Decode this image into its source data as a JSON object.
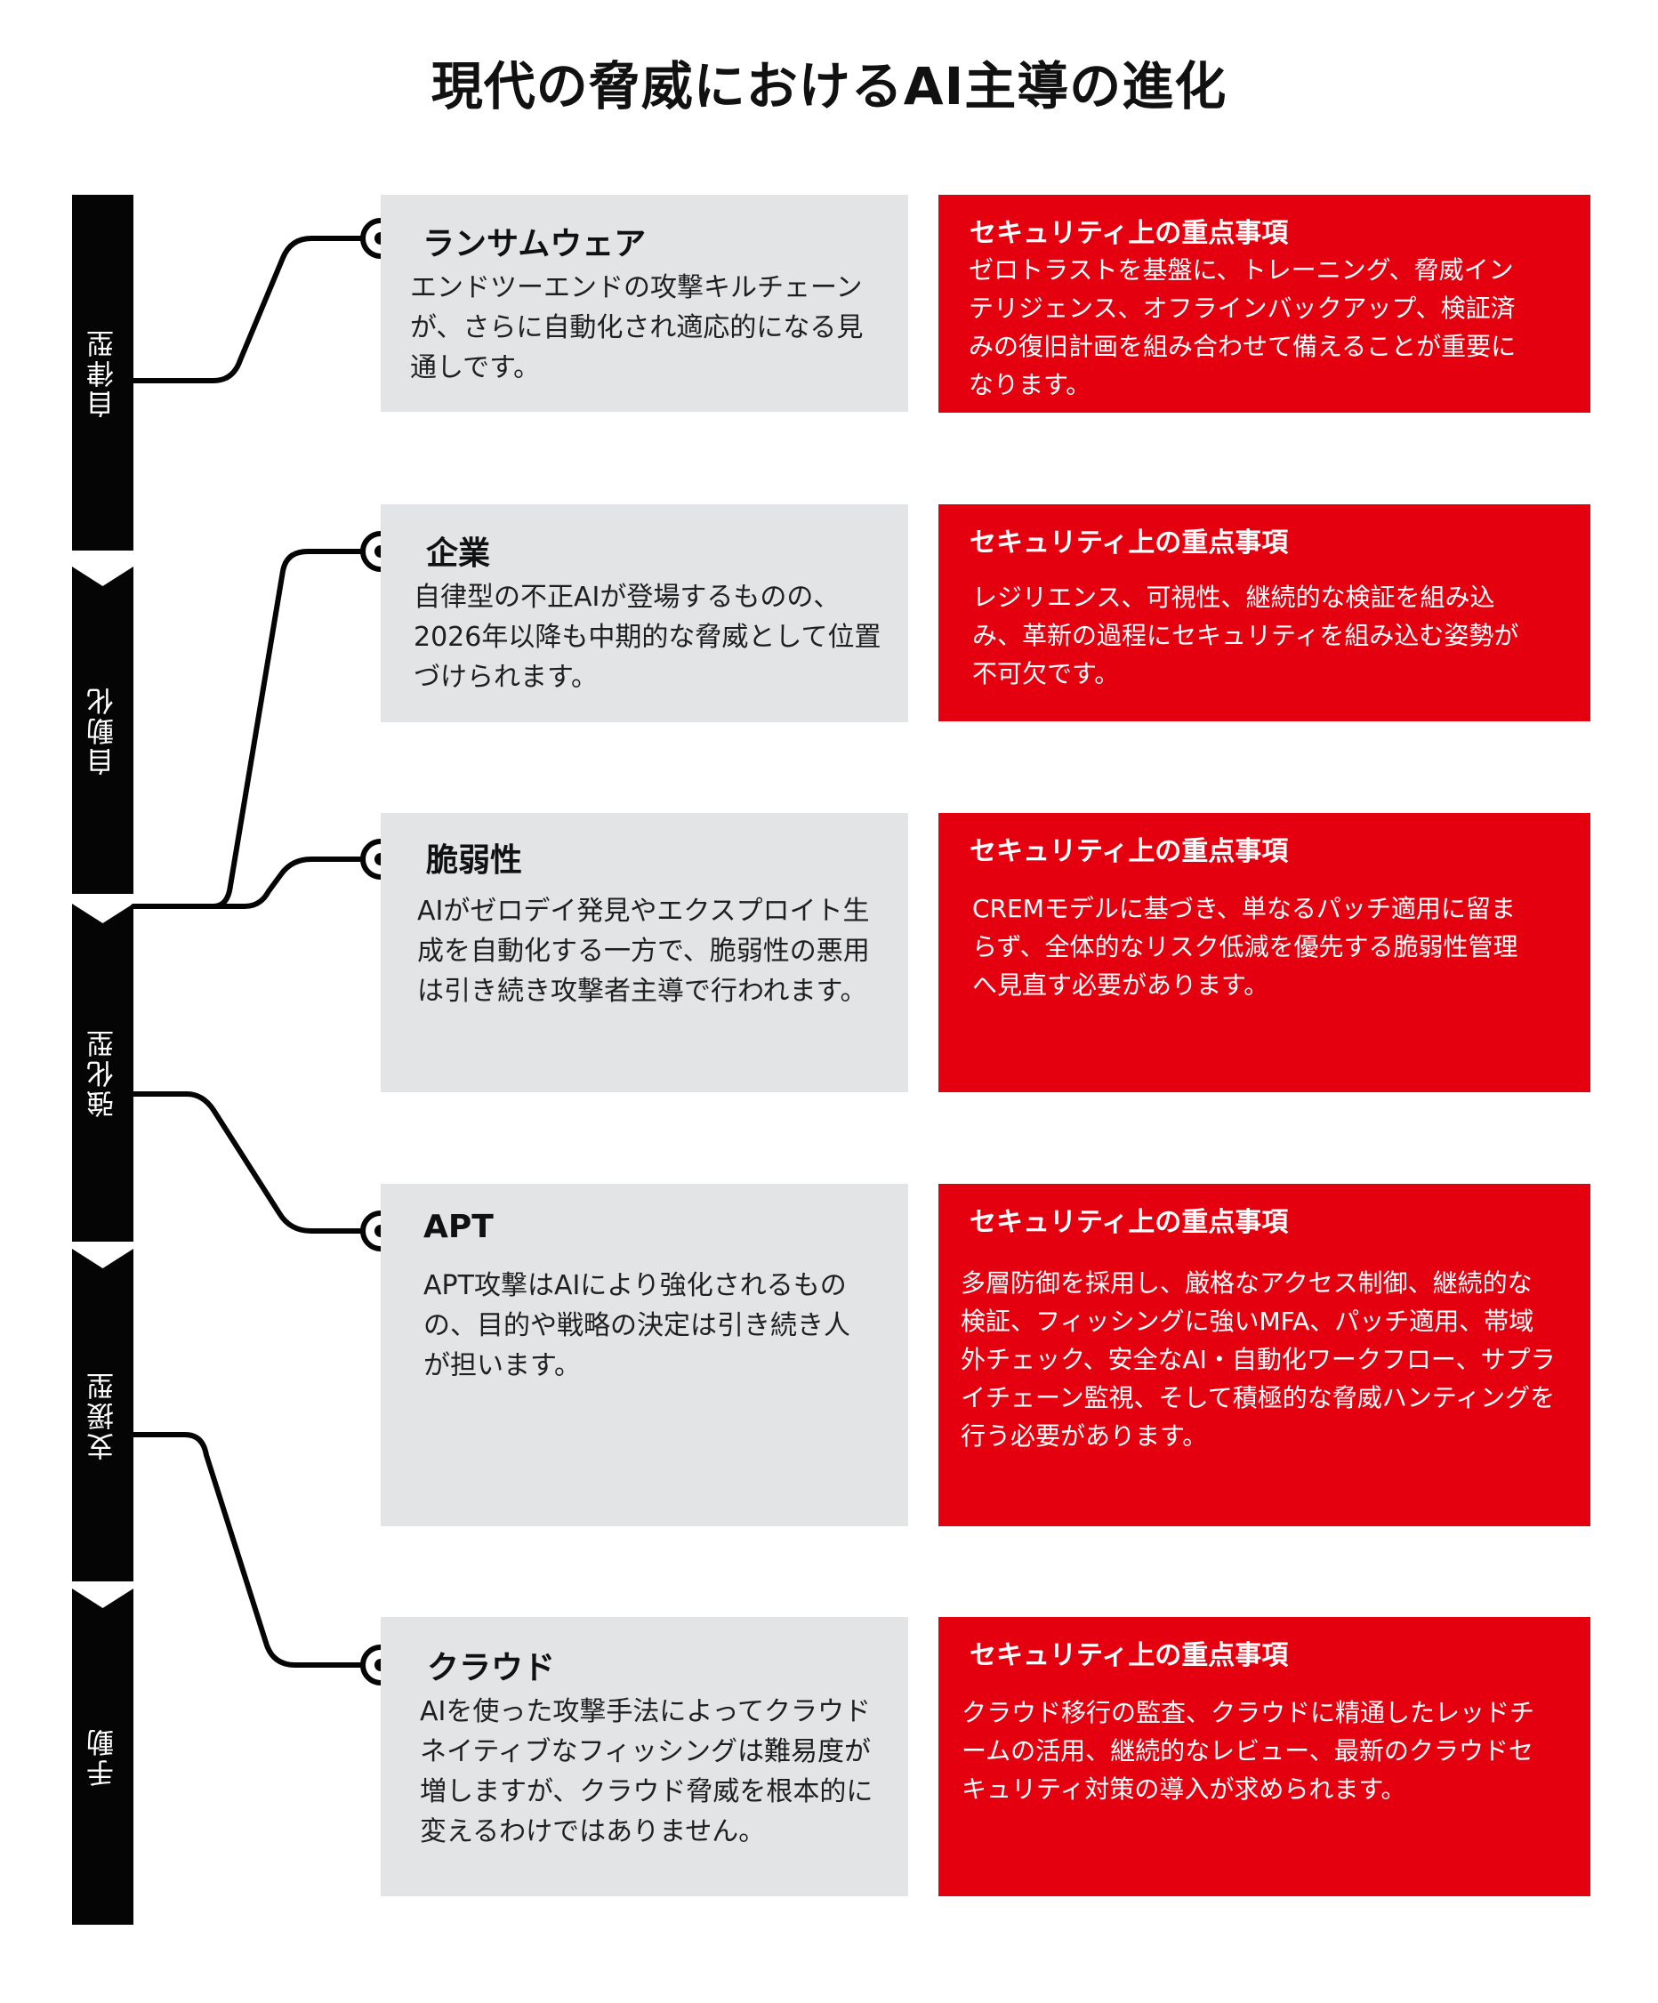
{
  "title": "現代の脅威におけるAI主導の進化",
  "stages": [
    {
      "label": "自律型"
    },
    {
      "label": "自動化"
    },
    {
      "label": "強化型"
    },
    {
      "label": "支援型"
    },
    {
      "label": "手動"
    }
  ],
  "items": [
    {
      "title": "ランサムウェア",
      "body": "エンドツーエンドの攻撃キルチェーンが、さらに自動化され適応的になる見通しです。",
      "focus_title": "セキュリティ上の重点事項",
      "focus_body": "ゼロトラストを基盤に、トレーニング、脅威インテリジェンス、オフラインバックアップ、検証済みの復旧計画を組み合わせて備えることが重要になります。"
    },
    {
      "title": "企業",
      "body": "自律型の不正AIが登場するものの、2026年以降も中期的な脅威として位置づけられます。",
      "focus_title": "セキュリティ上の重点事項",
      "focus_body": "レジリエンス、可視性、継続的な検証を組み込み、革新の過程にセキュリティを組み込む姿勢が不可欠です。"
    },
    {
      "title": "脆弱性",
      "body": "AIがゼロデイ発見やエクスプロイト生成を自動化する一方で、脆弱性の悪用は引き続き攻撃者主導で行われます。",
      "focus_title": "セキュリティ上の重点事項",
      "focus_body": "CREMモデルに基づき、単なるパッチ適用に留まらず、全体的なリスク低減を優先する脆弱性管理へ見直す必要があります。"
    },
    {
      "title": "APT",
      "body": "APT攻撃はAIにより強化されるものの、目的や戦略の決定は引き続き人が担います。",
      "focus_title": "セキュリティ上の重点事項",
      "focus_body": "多層防御を採用し、厳格なアクセス制御、継続的な検証、フィッシングに強いMFA、パッチ適用、帯域外チェック、安全なAI・自動化ワークフロー、サプライチェーン監視、そして積極的な脅威ハンティングを行う必要があります。"
    },
    {
      "title": "クラウド",
      "body": "AIを使った攻撃手法によってクラウドネイティブなフィッシングは難易度が増しますが、クラウド脅威を根本的に変えるわけではありません。",
      "focus_title": "セキュリティ上の重点事項",
      "focus_body": "クラウド移行の監査、クラウドに精通したレッドチームの活用、継続的なレビュー、最新のクラウドセキュリティ対策の導入が求められます。"
    }
  ],
  "colors": {
    "accent_red": "#e5000f",
    "card_gray": "#e3e4e6",
    "stage_black": "#050505"
  }
}
